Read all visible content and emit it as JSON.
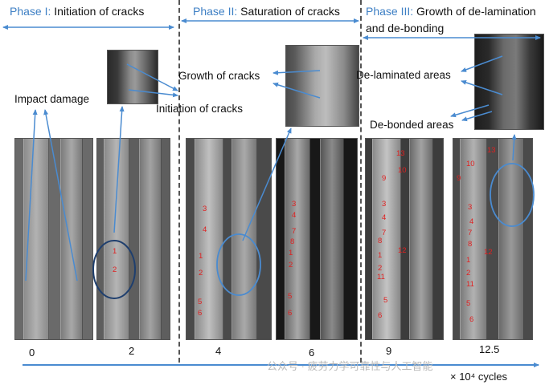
{
  "phases": [
    {
      "prefix": "Phase I:",
      "text": "Initiation of cracks"
    },
    {
      "prefix": "Phase II:",
      "text": "Saturation of cracks"
    },
    {
      "prefix": "Phase III:",
      "text": "Growth of de-lamination",
      "text2": "and de-bonding"
    }
  ],
  "labels": {
    "impact_damage": "Impact damage",
    "initiation_of_cracks": "Initiation of cracks",
    "growth_of_cracks": "Growth of cracks",
    "delaminated_areas": "De-laminated areas",
    "debonded_areas": "De-bonded areas"
  },
  "cycles": [
    "0",
    "2",
    "4",
    "6",
    "9",
    "12.5"
  ],
  "cycle_unit": "× 10⁴ cycles",
  "photo_numbers": {
    "p4": [
      "3",
      "4",
      "1",
      "2",
      "5",
      "6"
    ],
    "p6": [
      "3",
      "4",
      "7",
      "8",
      "1",
      "2",
      "5",
      "6"
    ],
    "p9": [
      "13",
      "10",
      "9",
      "3",
      "4",
      "7",
      "8",
      "12",
      "1",
      "2",
      "11",
      "5",
      "6"
    ],
    "p12": [
      "13",
      "10",
      "9",
      "3",
      "4",
      "7",
      "8",
      "12",
      "1",
      "2",
      "11",
      "5",
      "6"
    ],
    "p2": [
      "1",
      "2"
    ]
  },
  "watermark": "公众号 · 疲劳力学可靠性与人工智能",
  "colors": {
    "arrow": "#4a8bd0",
    "phase_label": "#3d7fc4",
    "numbers": "#e02020",
    "ellipse": "#1f3f6e"
  }
}
